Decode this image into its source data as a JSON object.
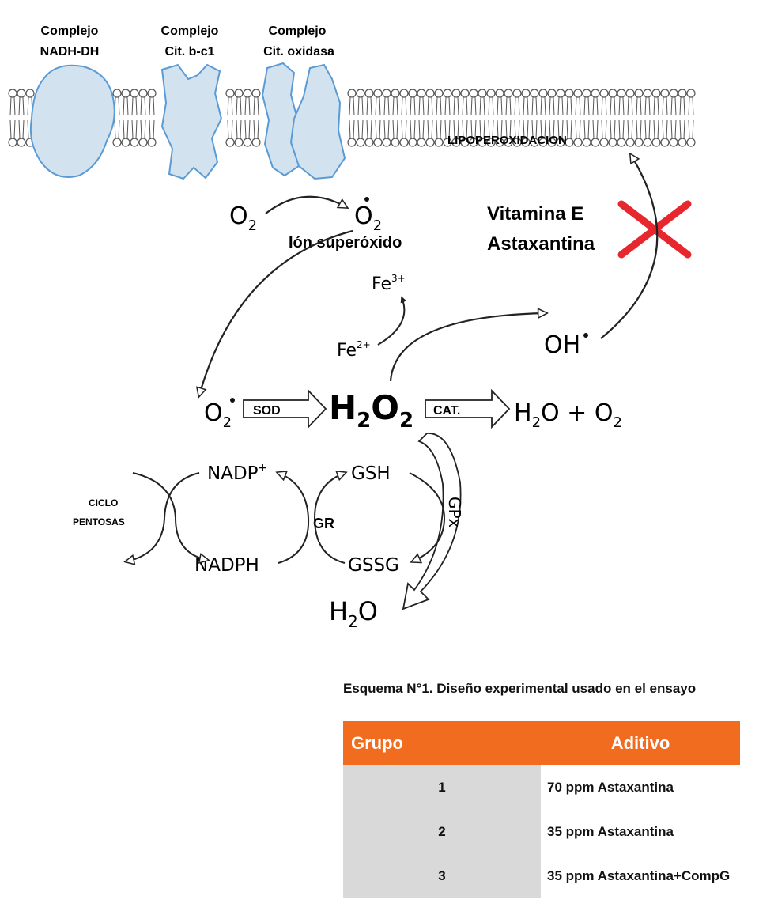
{
  "complexes": [
    {
      "line1": "Complejo",
      "line2": "NADH-DH"
    },
    {
      "line1": "Complejo",
      "line2": "Cit. b-c1"
    },
    {
      "line1": "Complejo",
      "line2": "Cit. oxidasa"
    }
  ],
  "lipoperoxidation": "LIPOPEROXIDACION",
  "antioxidants": {
    "line1": "Vitamina E",
    "line2": "Astaxantina"
  },
  "superoxide_label": "Ión superóxido",
  "enzymes": {
    "sod": "SOD",
    "cat": "CAT",
    "gr": "GR",
    "gpx": "GPx"
  },
  "metabolites": {
    "nadp": "NADP",
    "nadph": "NADPH",
    "gsh": "GSH",
    "gssg": "GSSG"
  },
  "pentose_cycle": {
    "line1": "CICLO",
    "line2": "PENTOSAS"
  },
  "colors": {
    "protein_fill": "#d2e3ef",
    "protein_stroke": "#5a9bd5",
    "cross": "#e8262d",
    "table_header": "#f26c1f",
    "table_cell": "#d9d9d9"
  },
  "table": {
    "caption": "Esquema N°1. Diseño experimental usado en el ensayo",
    "headers": [
      "Grupo",
      "Aditivo"
    ],
    "rows": [
      {
        "grupo": "1",
        "aditivo": "70 ppm Astaxantina"
      },
      {
        "grupo": "2",
        "aditivo": "35 ppm Astaxantina"
      },
      {
        "grupo": "3",
        "aditivo": "35 ppm Astaxantina+CompG"
      }
    ]
  }
}
